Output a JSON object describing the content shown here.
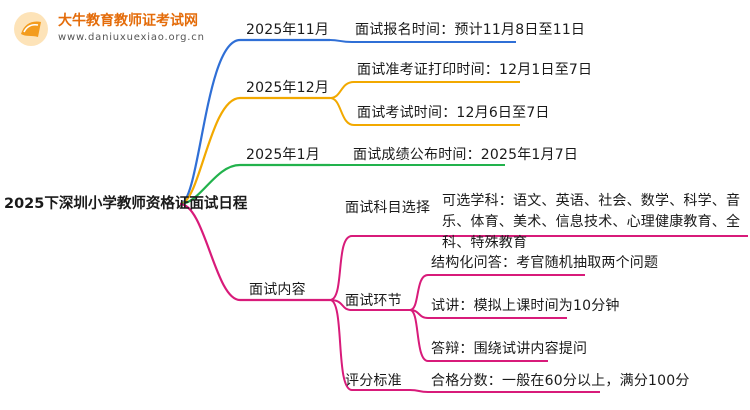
{
  "logo": {
    "title": "大牛教育教师证考试网",
    "url": "www.daniuxuexiao.org.cn",
    "badge_color": "#f39c1e"
  },
  "root": "2025下深圳小学教师资格证面试日程",
  "branches": [
    {
      "label": "2025年11月",
      "color": "#2f6fd6",
      "items": [
        "面试报名时间：预计11月8日至11日"
      ]
    },
    {
      "label": "2025年12月",
      "color": "#f2a900",
      "items": [
        "面试准考证打印时间：12月1日至7日",
        "面试考试时间：12月6日至7日"
      ]
    },
    {
      "label": "2025年1月",
      "color": "#22b24c",
      "items": [
        "面试成绩公布时间：2025年1月7日"
      ]
    },
    {
      "label": "面试内容",
      "color": "#d81b7a",
      "children": [
        {
          "label": "面试科目选择",
          "items": [
            "可选学科：语文、英语、社会、数学、科学、音乐、体育、美术、信息技术、心理健康教育、全科、特殊教育"
          ]
        },
        {
          "label": "面试环节",
          "items": [
            "结构化问答：考官随机抽取两个问题",
            "试讲：模拟上课时间为10分钟",
            "答辩：围绕试讲内容提问"
          ]
        },
        {
          "label": "评分标准",
          "items": [
            "合格分数：一般在60分以上，满分100分"
          ]
        }
      ]
    }
  ]
}
